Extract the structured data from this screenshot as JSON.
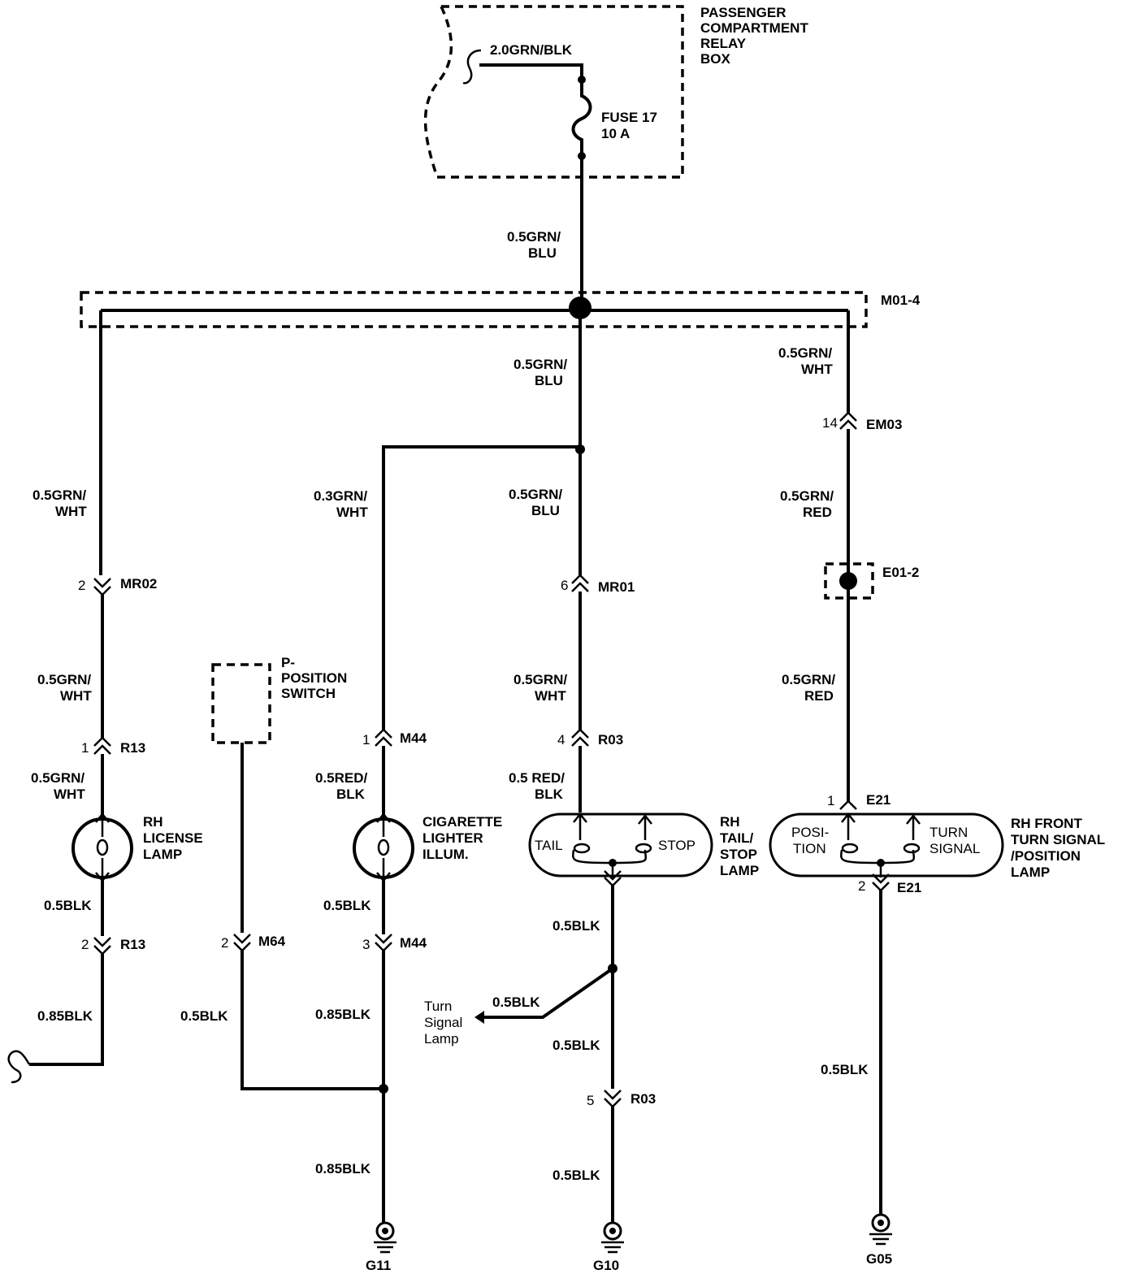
{
  "components": {
    "relay_box": "PASSENGER COMPARTMENT RELAY BOX",
    "relay_box_lines": [
      "PASSENGER",
      "COMPARTMENT",
      "RELAY",
      "BOX"
    ],
    "fuse_lines": [
      "FUSE 17",
      "10 A"
    ],
    "splice_m01": "M01-4",
    "splice_e01": "E01-2",
    "p_switch_lines": [
      "P-",
      "POSITION",
      "SWITCH"
    ],
    "license_lamp_lines": [
      "RH",
      "LICENSE",
      "LAMP"
    ],
    "cig_lamp_lines": [
      "CIGARETTE",
      "LIGHTER",
      "ILLUM."
    ],
    "tail_lamp_lines": [
      "RH",
      "TAIL/",
      "STOP",
      "LAMP"
    ],
    "tail_inner": {
      "left": "TAIL",
      "right": "STOP"
    },
    "front_lamp_lines": [
      "RH FRONT",
      "TURN SIGNAL",
      "/POSITION",
      "LAMP"
    ],
    "front_inner": {
      "left": [
        "POSI-",
        "TION"
      ],
      "right": [
        "TURN",
        "SIGNAL"
      ]
    },
    "turn_ref_lines": [
      "Turn",
      "Signal",
      "Lamp"
    ]
  },
  "wires": {
    "top_feed": "2.0GRN/BLK",
    "fuse_out": [
      "0.5GRN/",
      "BLU"
    ],
    "center_upper": [
      "0.5GRN/",
      "BLU"
    ],
    "center_mid": [
      "0.5GRN/",
      "BLU"
    ],
    "center_lower": [
      "0.5GRN/",
      "WHT"
    ],
    "center_lamp": [
      "0.5 RED/",
      "BLK"
    ],
    "tail_out_upper": "0.5BLK",
    "turn_ref": "0.5BLK",
    "tail_out_lower": "0.5BLK",
    "tail_ground": "0.5BLK",
    "left_upper": [
      "0.5GRN/",
      "WHT"
    ],
    "left_mid": [
      "0.5GRN/",
      "WHT"
    ],
    "left_lamp": [
      "0.5GRN/",
      "WHT"
    ],
    "left_out": "0.5BLK",
    "left_bottom": "0.85BLK",
    "cig_upper": [
      "0.3GRN/",
      "WHT"
    ],
    "cig_lamp": [
      "0.5RED/",
      "BLK"
    ],
    "cig_out": "0.5BLK",
    "cig_lower": "0.85BLK",
    "cig_ground": "0.85BLK",
    "switch_out": "0.5BLK",
    "right_upper": [
      "0.5GRN/",
      "WHT"
    ],
    "right_mid": [
      "0.5GRN/",
      "RED"
    ],
    "right_lower": [
      "0.5GRN/",
      "RED"
    ],
    "right_ground": "0.5BLK"
  },
  "connectors": {
    "mr02": {
      "pin": "2",
      "name": "MR02"
    },
    "r13_top": {
      "pin": "1",
      "name": "R13"
    },
    "r13_bot": {
      "pin": "2",
      "name": "R13"
    },
    "m64": {
      "pin": "2",
      "name": "M64"
    },
    "m44_top": {
      "pin": "1",
      "name": "M44"
    },
    "m44_bot": {
      "pin": "3",
      "name": "M44"
    },
    "mr01": {
      "pin": "6",
      "name": "MR01"
    },
    "r03_top": {
      "pin": "4",
      "name": "R03"
    },
    "r03_bot": {
      "pin": "5",
      "name": "R03"
    },
    "em03": {
      "pin": "14",
      "name": "EM03"
    },
    "e21_top": {
      "pin": "1",
      "name": "E21"
    },
    "e21_bot": {
      "pin": "2",
      "name": "E21"
    }
  },
  "grounds": {
    "g11": "G11",
    "g10": "G10",
    "g05": "G05"
  }
}
